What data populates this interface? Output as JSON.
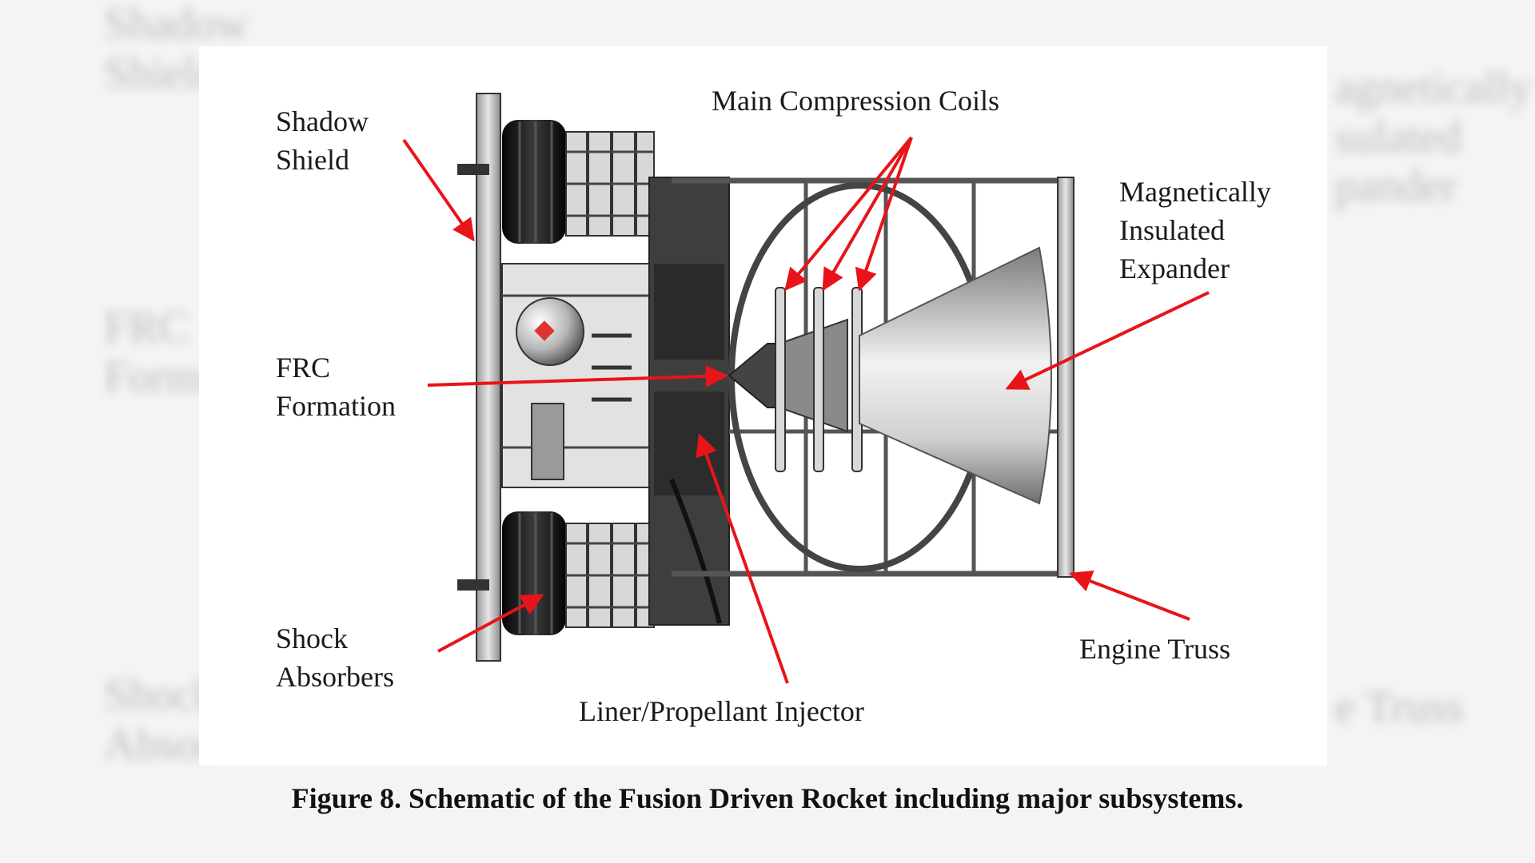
{
  "labels": {
    "shadow_shield": [
      "Shadow",
      "Shield"
    ],
    "main_coils": "Main Compression Coils",
    "expander": [
      "Magnetically",
      "Insulated",
      "Expander"
    ],
    "frc": [
      "FRC",
      "Formation"
    ],
    "shock": [
      "Shock",
      "Absorbers"
    ],
    "injector": "Liner/Propellant Injector",
    "truss": "Engine Truss"
  },
  "caption": "Figure 8. Schematic of the Fusion Driven Rocket including major subsystems.",
  "colors": {
    "arrow": "#e8141a",
    "frame": "#3a3a3a",
    "text": "#1a1a1a"
  }
}
